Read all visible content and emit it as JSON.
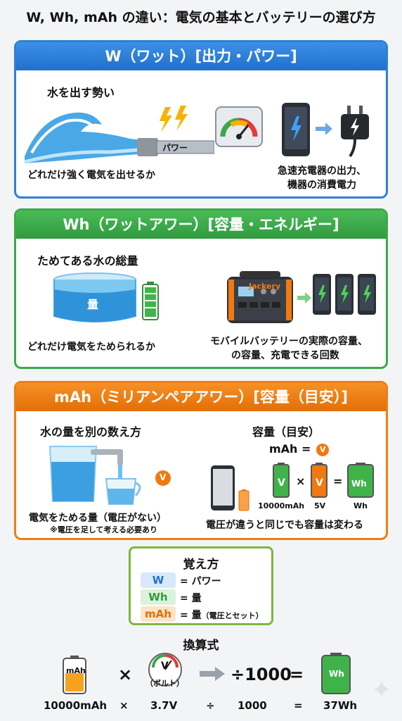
{
  "title": "W, Wh, mAh の違い：電気の基本とバッテリーの選び方",
  "panel_w": {
    "header": "W（ワット）[出力・パワー]",
    "subtitle": "水を出す勢い",
    "pipe_label": "パワー",
    "caption_left": "どれだけ強く電気を出せるか",
    "caption_right_1": "急速充電器の出力、",
    "caption_right_2": "機器の消費電力"
  },
  "panel_wh": {
    "header": "Wh（ワットアワー）[容量・エネルギー]",
    "subtitle": "ためてある水の総量",
    "tank_label": "量",
    "brand": "Jackery",
    "caption_left": "どれだけ電気をためられるか",
    "caption_right_1": "モバイルバッテリーの実際の容量、",
    "caption_right_2": "の容量、充電できる回数"
  },
  "panel_mah": {
    "header": "mAh（ミリアンペアアワー）[容量（目安）]",
    "subtitle": "水の量を別の数え方",
    "v_badge": "V",
    "caption_left": "電気をためる量（電圧がない）",
    "note_left": "※電圧を足して考える必要あり",
    "right_title": "容量（目安）",
    "formula_mah": "mAh =",
    "formula_v": "V",
    "batt1": "V",
    "batt2": "V",
    "batt3": "Wh",
    "times": "×",
    "equals": "=",
    "label1": "10000mAh",
    "label2": "5V",
    "label3": "Wh",
    "caption_right": "電圧が違うと同じでも容量は変わる"
  },
  "memo": {
    "title": "覚え方",
    "rows": [
      {
        "key": "W",
        "value": "= パワー"
      },
      {
        "key": "Wh",
        "value": "= 量"
      },
      {
        "key": "mAh",
        "value": "= 量",
        "note": "（電圧とセット）"
      }
    ]
  },
  "conversion": {
    "title": "換算式",
    "batt_label": "mAh",
    "times": "×",
    "gauge_label": "V",
    "gauge_sub": "（ボルト）",
    "divide": "÷1000",
    "equals": "=",
    "result_label": "Wh",
    "bottom": [
      "10000mAh",
      "×",
      "3.7V",
      "÷",
      "1000",
      "=",
      "37Wh"
    ]
  },
  "colors": {
    "w_blue": "#2f7fd6",
    "wh_green": "#3aa94a",
    "mah_orange": "#ef7d12"
  }
}
